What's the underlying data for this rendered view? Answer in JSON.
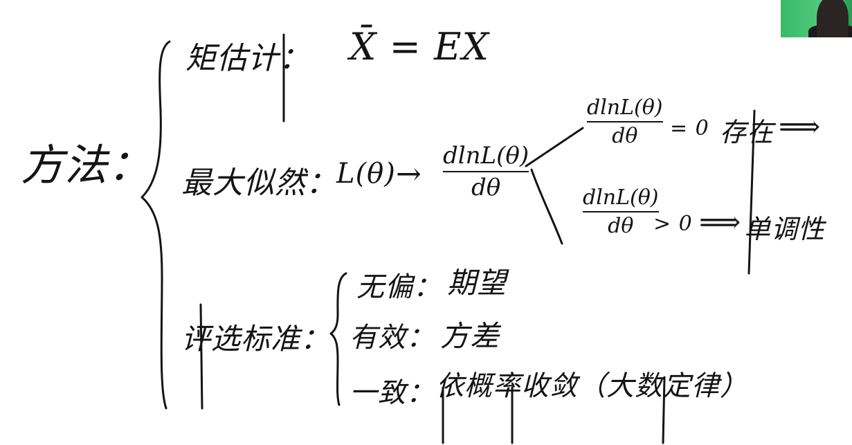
{
  "topic": "方法：",
  "branches": {
    "moment": {
      "label": "矩估计：",
      "formula": "X̄ = EX"
    },
    "mle": {
      "label": "最大似然：",
      "likelihood": "L(θ)",
      "arrow": "→",
      "deriv": {
        "num": "dlnL(θ)",
        "den": "dθ"
      },
      "case_zero": {
        "num": "dlnL(θ)",
        "den": "dθ",
        "cond": "= 0",
        "result": "存在"
      },
      "case_pos": {
        "num": "dlnL(θ)",
        "den": "dθ",
        "cond": "> 0",
        "result": "单调性"
      },
      "implies": "⟹"
    },
    "criteria": {
      "label": "评选标准：",
      "items": [
        {
          "name": "无偏：",
          "desc": "期望"
        },
        {
          "name": "有效：",
          "desc": "方差"
        },
        {
          "name": "一致：",
          "desc": "依概率收敛（大数定律）"
        }
      ]
    }
  },
  "webcam": {
    "icon": "presenter-video-icon"
  }
}
